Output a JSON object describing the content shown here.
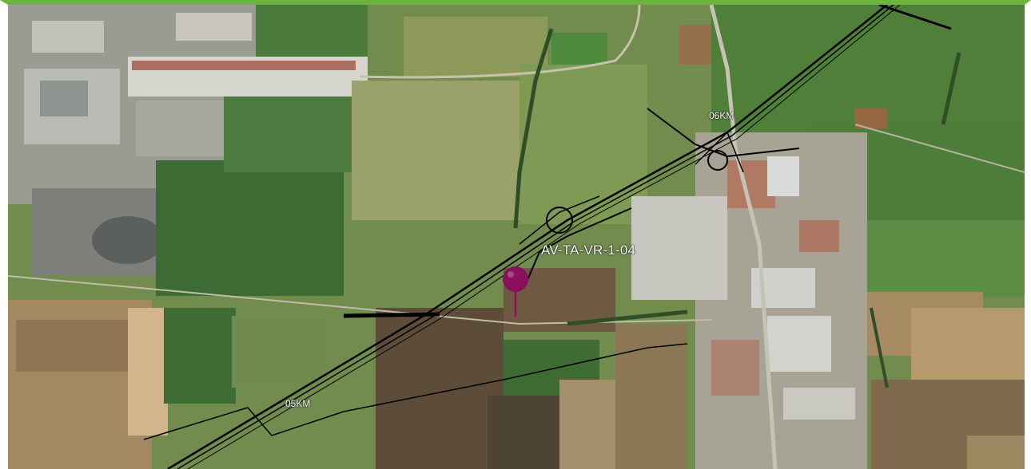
{
  "map": {
    "site_label": "AV-TA-VR-1-04",
    "km_markers": [
      "06KM",
      "05KM"
    ],
    "marker_icon": "map-pin-icon",
    "marker_color": "#8a0f5c",
    "frame_accent": "#6db33f",
    "route_color": "#000000"
  }
}
